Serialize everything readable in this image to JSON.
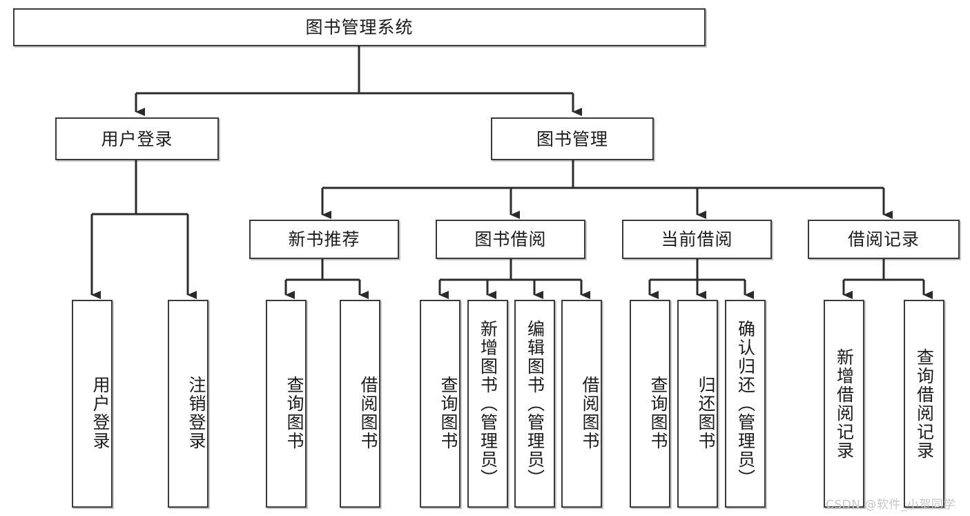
{
  "diagram": {
    "title": "图书管理系统",
    "root": {
      "label": "图书管理系统"
    },
    "level2": [
      {
        "label": "用户登录"
      },
      {
        "label": "图书管理"
      }
    ],
    "level3": [
      {
        "label": "新书推荐"
      },
      {
        "label": "图书借阅"
      },
      {
        "label": "当前借阅"
      },
      {
        "label": "借阅记录"
      }
    ],
    "leaves": [
      {
        "label": "用户登录"
      },
      {
        "label": "注销登录"
      },
      {
        "label": "查询图书"
      },
      {
        "label": "借阅图书"
      },
      {
        "label": "查询图书"
      },
      {
        "label": "新增图书（管理员）"
      },
      {
        "label": "编辑图书（管理员）"
      },
      {
        "label": "借阅图书"
      },
      {
        "label": "查询图书"
      },
      {
        "label": "归还图书"
      },
      {
        "label": "确认归还（管理员）"
      },
      {
        "label": "新增借阅记录"
      },
      {
        "label": "查询借阅记录"
      }
    ]
  },
  "watermark": {
    "text": "CSDN @软件_小贺同学"
  },
  "colors": {
    "box_border": "#3a3a3a",
    "box_fill": "#ffffff",
    "line": "#2b2b2b",
    "text": "#1b1b1b",
    "watermark": "#c8c8c8"
  }
}
